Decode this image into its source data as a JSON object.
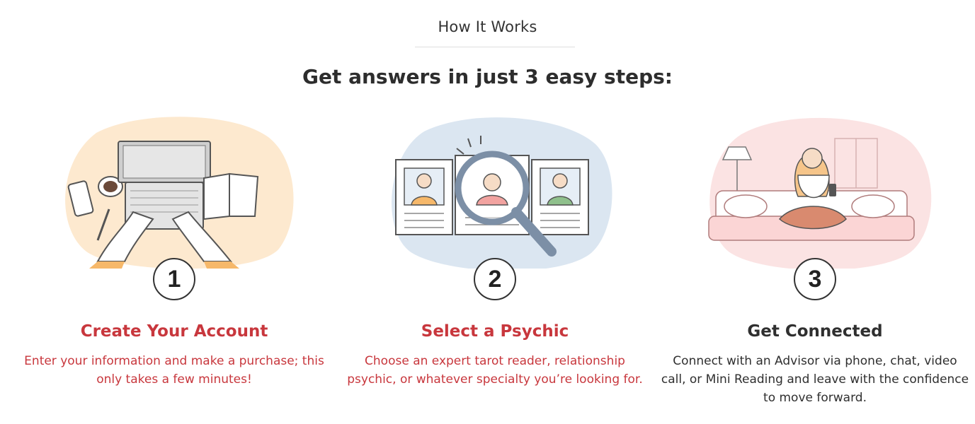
{
  "section": {
    "eyebrow": "How It Works",
    "headline": "Get answers in just 3 easy steps:"
  },
  "steps": [
    {
      "number": "1",
      "title": "Create Your Account",
      "description": "Enter your information and make a purchase; this only takes a few minutes!",
      "illustration": "laptop-typing-illustration",
      "bg_color": "#fde9cf"
    },
    {
      "number": "2",
      "title": "Select a Psychic",
      "description": "Choose an expert tarot reader, relationship psychic, or whatever specialty you’re looking for.",
      "illustration": "magnifier-profiles-illustration",
      "bg_color": "#dbe6f1"
    },
    {
      "number": "3",
      "title": "Get Connected",
      "description": "Connect with an Advisor via phone, chat, video call, or Mini Reading and leave with the confidence to move forward.",
      "illustration": "woman-on-couch-illustration",
      "bg_color": "#fbe3e3"
    }
  ],
  "colors": {
    "accent_red": "#c8373d",
    "text_dark": "#2f2f2f"
  }
}
